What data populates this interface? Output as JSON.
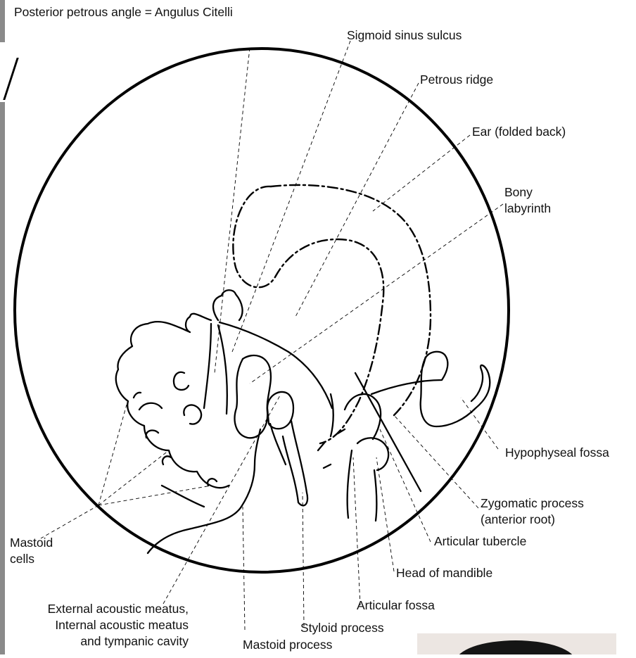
{
  "labels": {
    "posterior_petrous_angle": "Posterior petrous angle = Angulus Citelli",
    "sigmoid_sinus_sulcus": "Sigmoid sinus sulcus",
    "petrous_ridge": "Petrous ridge",
    "ear_folded_back": "Ear (folded back)",
    "bony_labyrinth_1": "Bony",
    "bony_labyrinth_2": "labyrinth",
    "hypophyseal_fossa": "Hypophyseal fossa",
    "zygomatic_process_1": "Zygomatic process",
    "zygomatic_process_2": "(anterior root)",
    "articular_tubercle": "Articular tubercle",
    "head_of_mandible": "Head of mandible",
    "articular_fossa": "Articular fossa",
    "styloid_process": "Styloid process",
    "mastoid_process": "Mastoid process",
    "mastoid_cells_1": "Mastoid",
    "mastoid_cells_2": "cells",
    "acoustic_1": "External acoustic meatus,",
    "acoustic_2": "Internal acoustic meatus",
    "acoustic_3": "and tympanic cavity"
  },
  "colors": {
    "ink": "#000000",
    "background": "#ffffff",
    "left_edge_bar": "#8a8a8a"
  }
}
